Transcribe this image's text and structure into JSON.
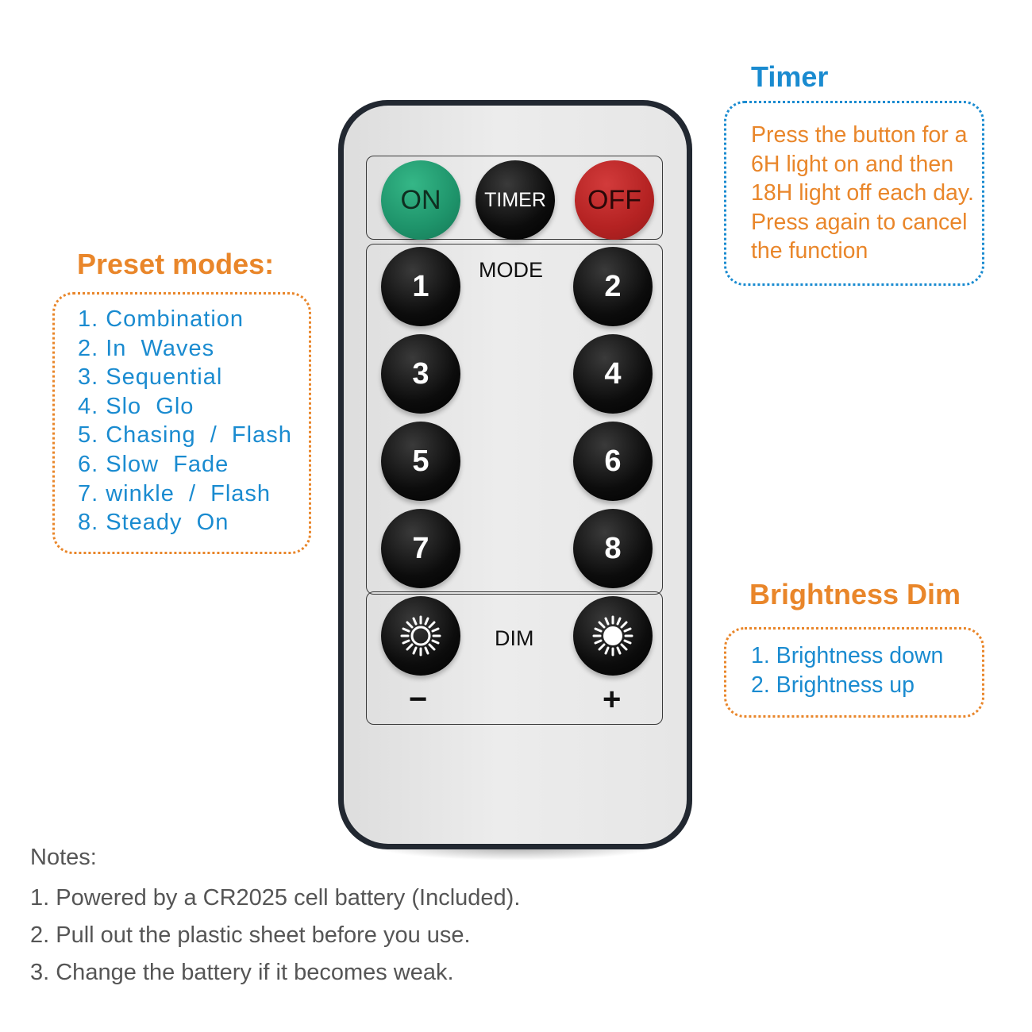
{
  "preset": {
    "heading": "Preset modes:",
    "items": [
      "1. Combination",
      "2. In  Waves",
      "3. Sequential",
      "4. Slo  Glo",
      "5. Chasing  /  Flash",
      "6. Slow  Fade",
      "7. winkle  /  Flash",
      "8. Steady  On"
    ]
  },
  "timer": {
    "heading": "Timer",
    "lines": [
      "Press the button for a",
      "6H light on and then",
      "18H light off each day.",
      "Press again to cancel",
      "the function"
    ]
  },
  "dim": {
    "heading": "Brightness Dim",
    "items": [
      "1. Brightness down",
      "2. Brightness up"
    ]
  },
  "notes": {
    "title": "Notes:",
    "items": [
      "1. Powered by a CR2025 cell battery (Included).",
      "2. Pull out the plastic sheet before you use.",
      "3. Change the battery if it becomes weak."
    ]
  },
  "remote": {
    "on_label": "ON",
    "timer_label": "TIMER",
    "off_label": "OFF",
    "mode_label": "MODE",
    "mode_buttons": [
      "1",
      "2",
      "3",
      "4",
      "5",
      "6",
      "7",
      "8"
    ],
    "dim_label": "DIM",
    "minus_label": "−",
    "plus_label": "+",
    "icons": {
      "dim_down": "sun-outline-icon",
      "dim_up": "sun-filled-icon"
    }
  },
  "colors": {
    "orange": "#e9862a",
    "blue": "#1a8bd0",
    "on_green": "#1e936a",
    "off_red": "#b42222",
    "remote_frame": "#222831"
  }
}
